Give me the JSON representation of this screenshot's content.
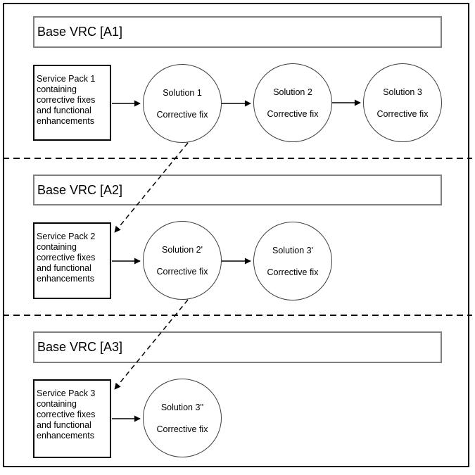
{
  "colors": {
    "line": "#000000",
    "header_border": "#7f7f7f",
    "circle_stroke": "#3f3f3f",
    "background": "#ffffff"
  },
  "sections": [
    {
      "header_label": "Base VRC [A1]",
      "service_pack_text": "Service Pack 1 containing corrective fixes and functional enhancements",
      "solutions": [
        {
          "title": "Solution 1",
          "subtitle": "Corrective fix"
        },
        {
          "title": "Solution 2",
          "subtitle": "Corrective fix"
        },
        {
          "title": "Solution 3",
          "subtitle": "Corrective fix"
        }
      ]
    },
    {
      "header_label": "Base VRC [A2]",
      "service_pack_text": "Service Pack 2 containing corrective fixes and functional enhancements",
      "solutions": [
        {
          "title": "Solution 2'",
          "subtitle": "Corrective fix"
        },
        {
          "title": "Solution 3'",
          "subtitle": "Corrective fix"
        }
      ]
    },
    {
      "header_label": "Base VRC [A3]",
      "service_pack_text": "Service Pack 3 containing corrective fixes and functional enhancements",
      "solutions": [
        {
          "title": "Solution 3''",
          "subtitle": "Corrective fix"
        }
      ]
    }
  ]
}
